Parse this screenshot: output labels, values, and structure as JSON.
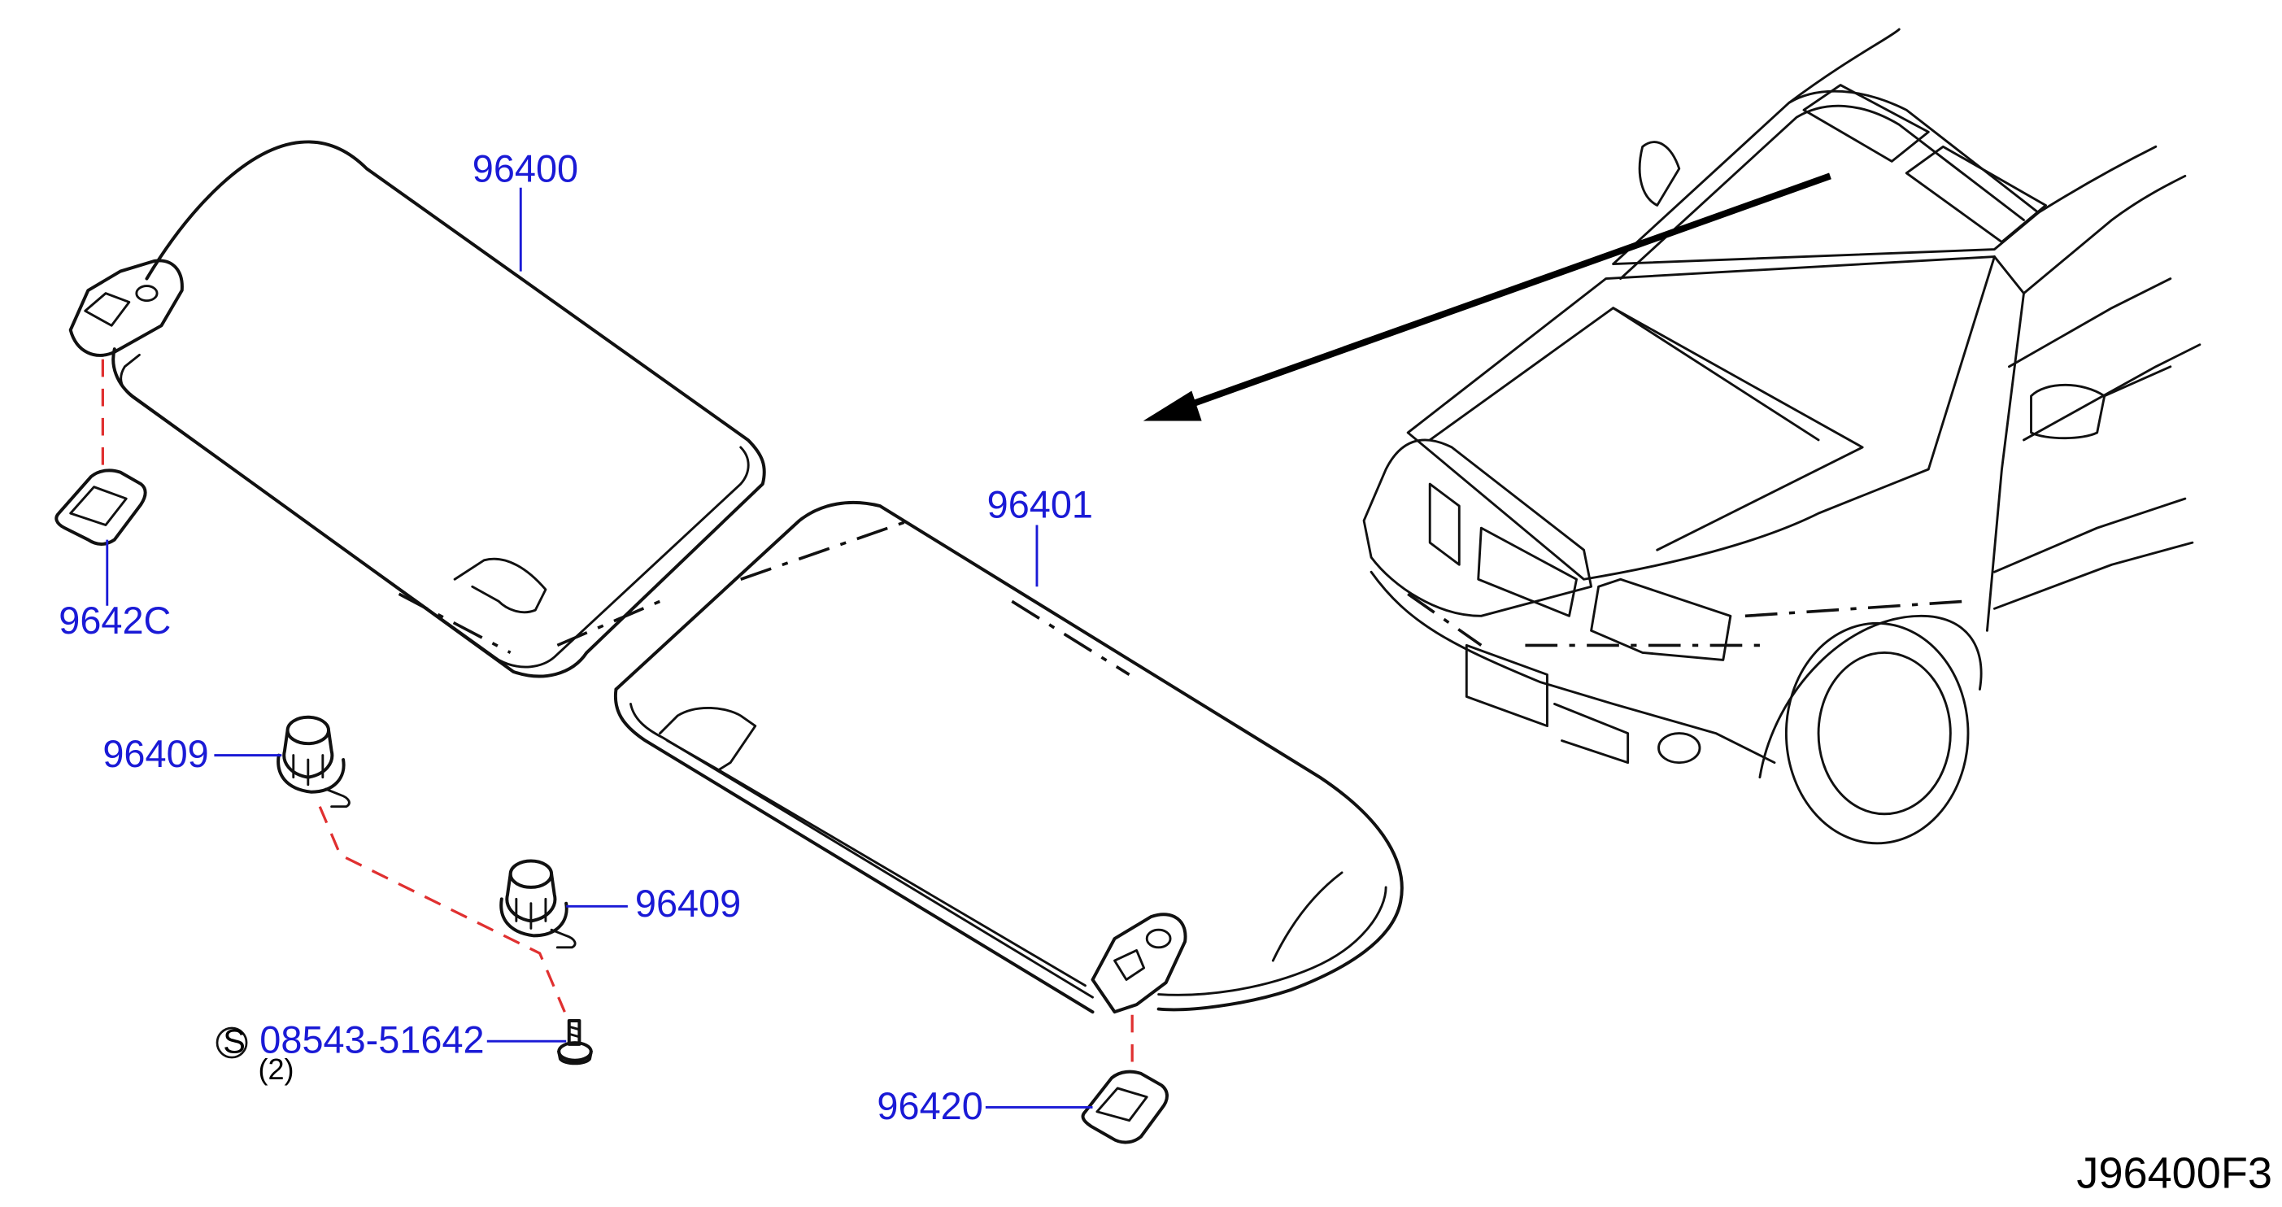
{
  "parts": {
    "visor_left": "96400",
    "visor_right": "96401",
    "holder_left": "9642C",
    "holder_right": "96420",
    "clip_upper": "96409",
    "clip_lower": "96409",
    "screw": "08543-51642",
    "screw_qty": "(2)",
    "std_marker": "S"
  },
  "diagram_code": "J96400F3",
  "colors": {
    "label": "#1a1ad6",
    "hidden_link": "#e03030",
    "line": "#111111"
  }
}
